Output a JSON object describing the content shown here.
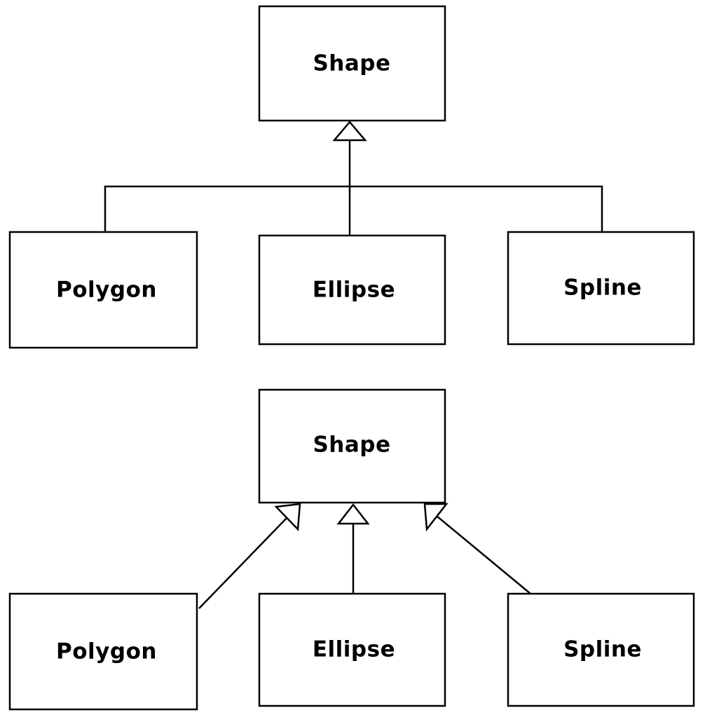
{
  "colors": {
    "stroke": "#000000",
    "fill": "#ffffff"
  },
  "diagram_top": {
    "style": "shared-tree-connector",
    "parent": {
      "label": "Shape"
    },
    "children": [
      {
        "label": "Polygon"
      },
      {
        "label": "Ellipse"
      },
      {
        "label": "Spline"
      }
    ]
  },
  "diagram_bottom": {
    "style": "separate-arrows",
    "parent": {
      "label": "Shape"
    },
    "children": [
      {
        "label": "Polygon"
      },
      {
        "label": "Ellipse"
      },
      {
        "label": "Spline"
      }
    ]
  }
}
